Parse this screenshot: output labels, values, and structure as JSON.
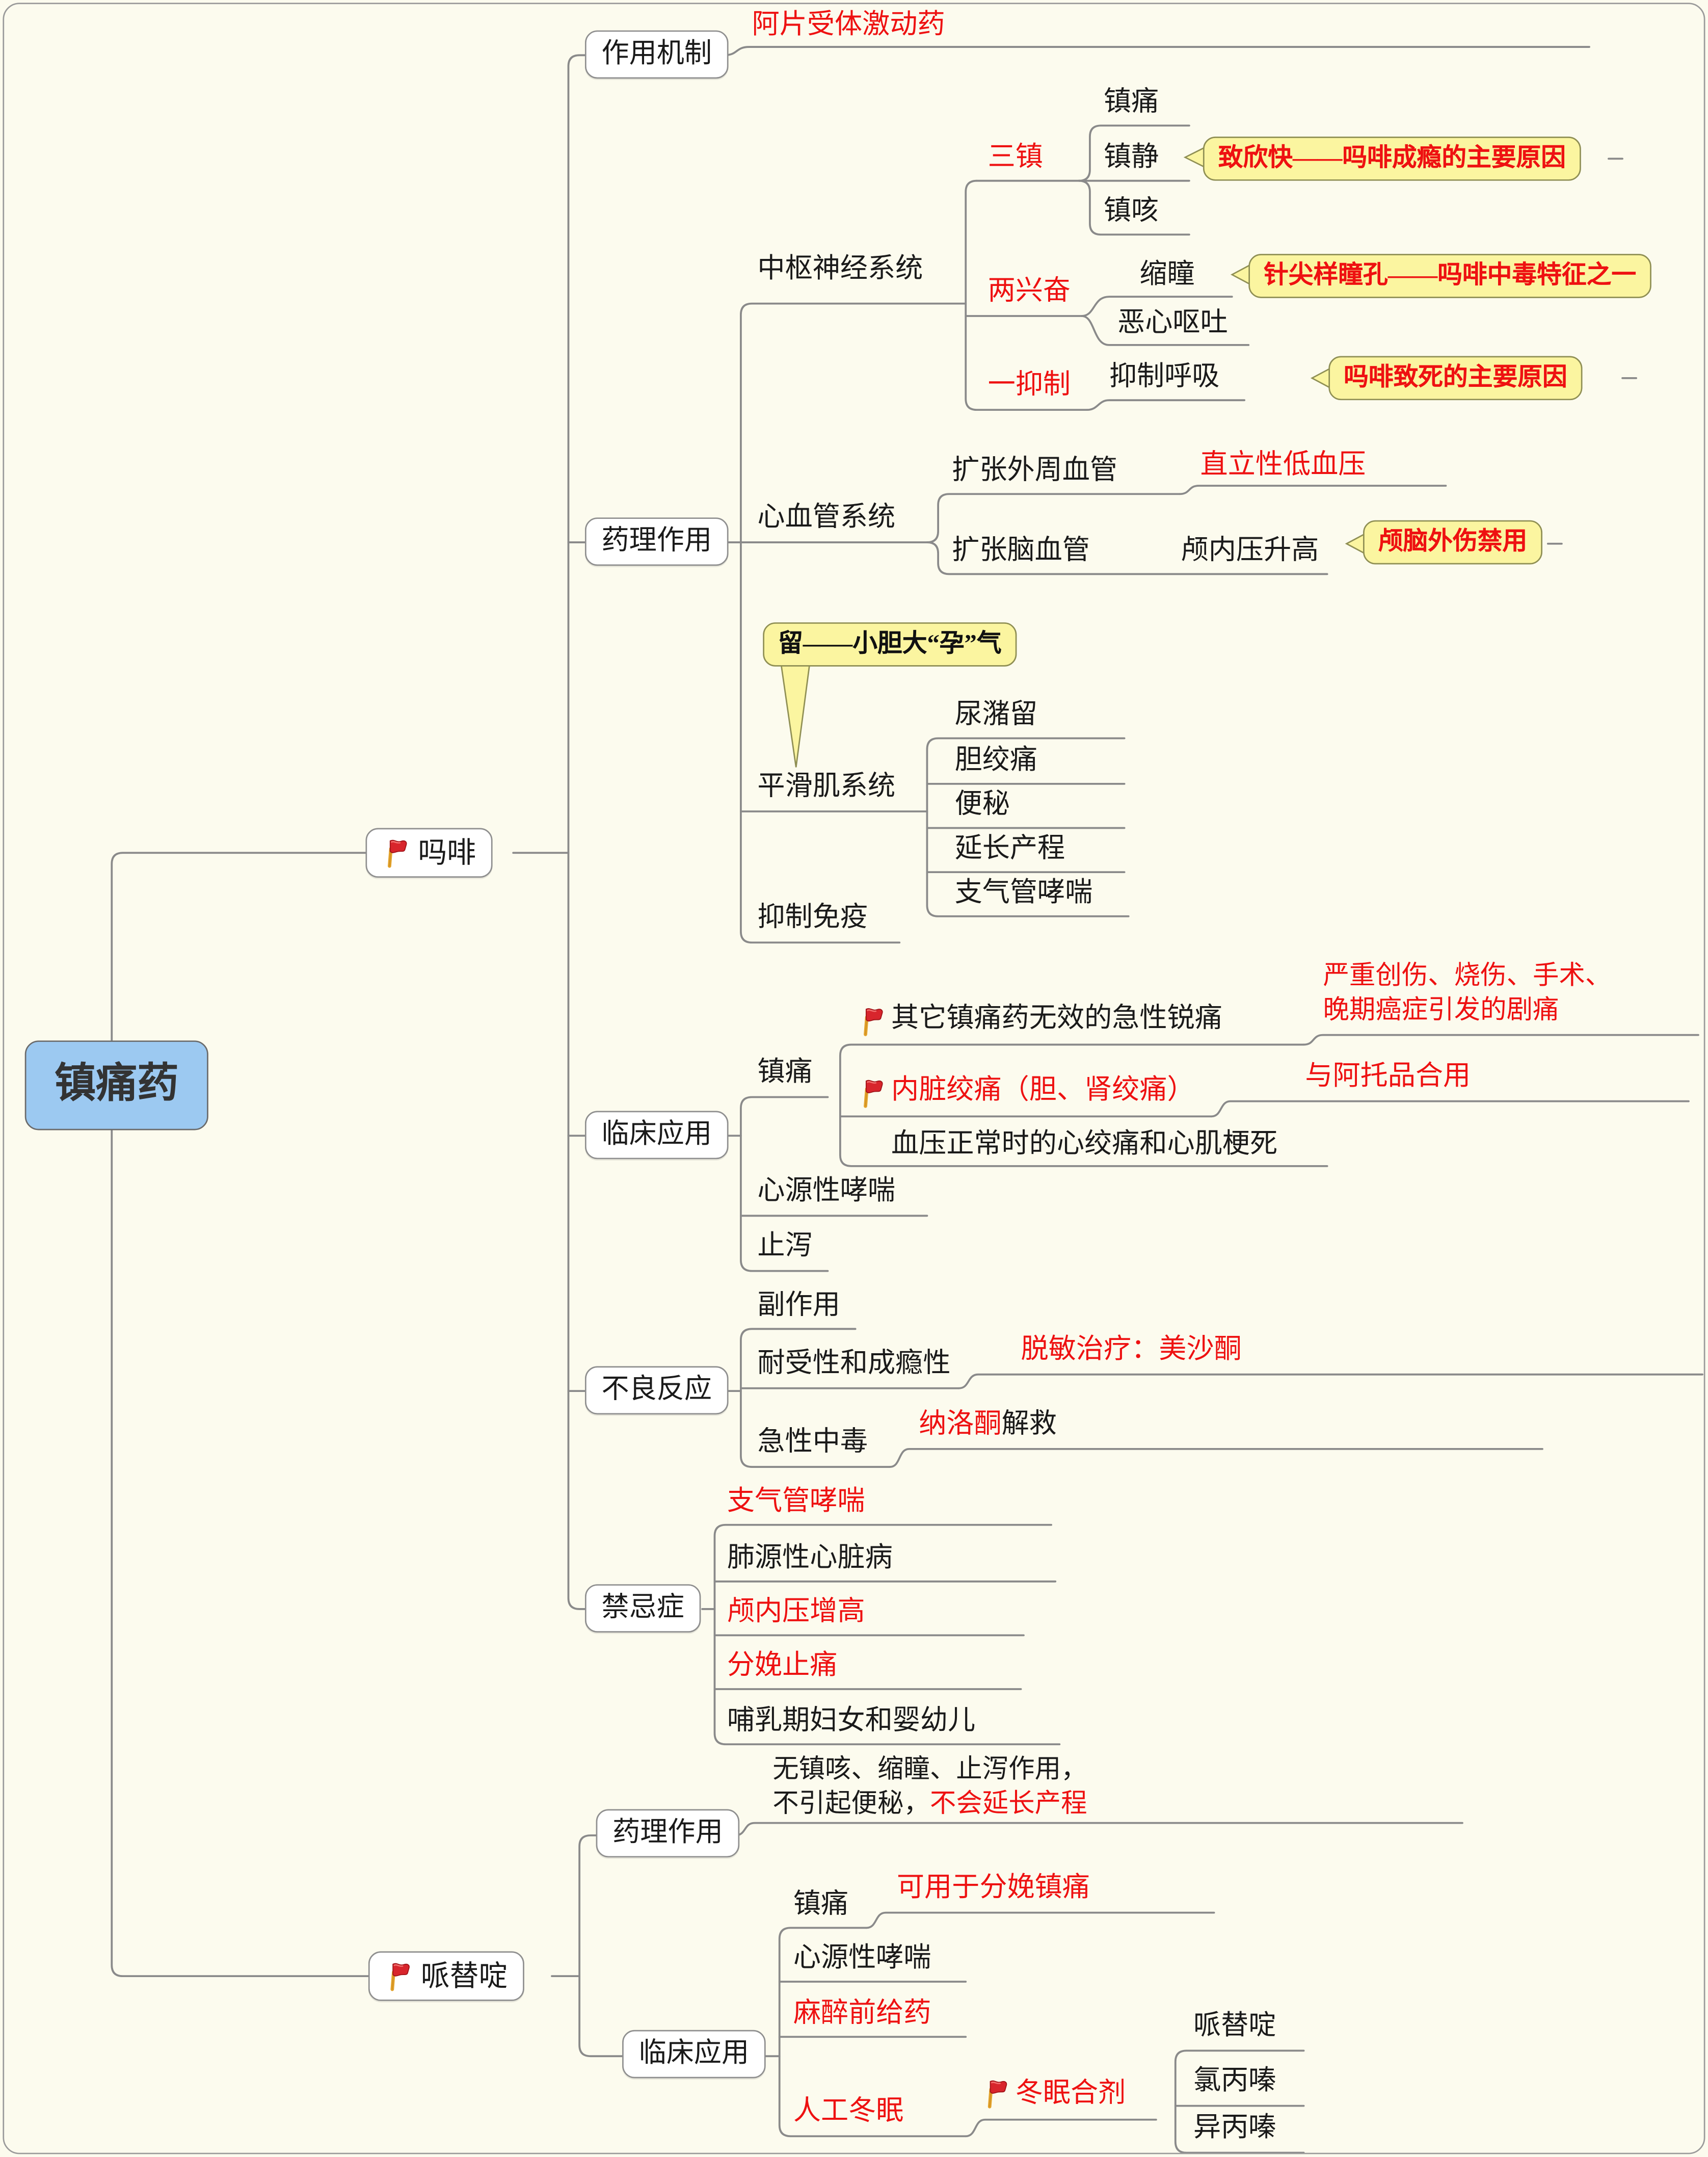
{
  "root": {
    "label": "镇痛药"
  },
  "palette": {
    "background": "#FCFBEE",
    "root_fill": "#9CC9F1",
    "node_border": "#8F8F8F",
    "line": "#8A8A8A",
    "red": "#EE1111",
    "callout_fill": "#FBF5A0",
    "callout_border": "#8F8F54",
    "flag_icon": "red-flag"
  },
  "morphine": {
    "label": "吗啡",
    "mechanism": {
      "label": "作用机制",
      "agonist": "阿片受体激动药"
    },
    "pharm": {
      "label": "药理作用",
      "cns": {
        "label": "中枢神经系统",
        "three": {
          "label": "三镇",
          "items": [
            "镇痛",
            "镇静",
            "镇咳"
          ],
          "callout": "致欣快——吗啡成瘾的主要原因"
        },
        "two": {
          "label": "两兴奋",
          "miosis": "缩瞳",
          "miosis_callout": "针尖样瞳孔——吗啡中毒特征之一",
          "nausea": "恶心呕吐"
        },
        "one": {
          "label": "一抑制",
          "resp": "抑制呼吸",
          "resp_callout": "吗啡致死的主要原因"
        }
      },
      "cvs": {
        "label": "心血管系统",
        "peripheral": "扩张外周血管",
        "orthostatic": "直立性低血压",
        "cerebral": "扩张脑血管",
        "icp": "颅内压升高",
        "icp_callout": "颅脑外伤禁用"
      },
      "smooth": {
        "label": "平滑肌系统",
        "callout": "留——小胆大“孕”气",
        "items": [
          "尿潴留",
          "胆绞痛",
          "便秘",
          "延长产程",
          "支气管哮喘"
        ]
      },
      "immune": {
        "label": "抑制免疫"
      }
    },
    "clinical": {
      "label": "临床应用",
      "analgesia": {
        "label": "镇痛",
        "acute": "其它镇痛药无效的急性锐痛",
        "acute_note_line1": "严重创伤、烧伤、手术、",
        "acute_note_line2": "晚期癌症引发的剧痛",
        "colic": "内脏绞痛（胆、肾绞痛）",
        "colic_note": "与阿托品合用",
        "cardiac": "血压正常时的心绞痛和心肌梗死"
      },
      "asthma": "心源性哮喘",
      "antidiarrheal": "止泻"
    },
    "adverse": {
      "label": "不良反应",
      "side_effect": "副作用",
      "tolerance": "耐受性和成瘾性",
      "tolerance_note": "脱敏治疗：美沙酮",
      "poisoning": "急性中毒",
      "antidote_red": "纳洛酮",
      "antidote_black": "解救"
    },
    "contra": {
      "label": "禁忌症",
      "items": [
        {
          "text": "支气管哮喘",
          "red": true
        },
        {
          "text": "肺源性心脏病",
          "red": false
        },
        {
          "text": "颅内压增高",
          "red": true
        },
        {
          "text": "分娩止痛",
          "red": true
        },
        {
          "text": "哺乳期妇女和婴幼儿",
          "red": false
        }
      ]
    }
  },
  "pethidine": {
    "label": "哌替啶",
    "pharm": {
      "label": "药理作用",
      "line1": "无镇咳、缩瞳、止泻作用，",
      "line2_black": "不引起便秘，",
      "line2_red": "不会延长产程"
    },
    "clinical": {
      "label": "临床应用",
      "analgesia": "镇痛",
      "analgesia_note": "可用于分娩镇痛",
      "asthma": "心源性哮喘",
      "preanesthetic": "麻醉前给药",
      "hibernation": "人工冬眠",
      "cocktail": "冬眠合剂",
      "drugs": [
        "哌替啶",
        "氯丙嗪",
        "异丙嗪"
      ]
    }
  }
}
